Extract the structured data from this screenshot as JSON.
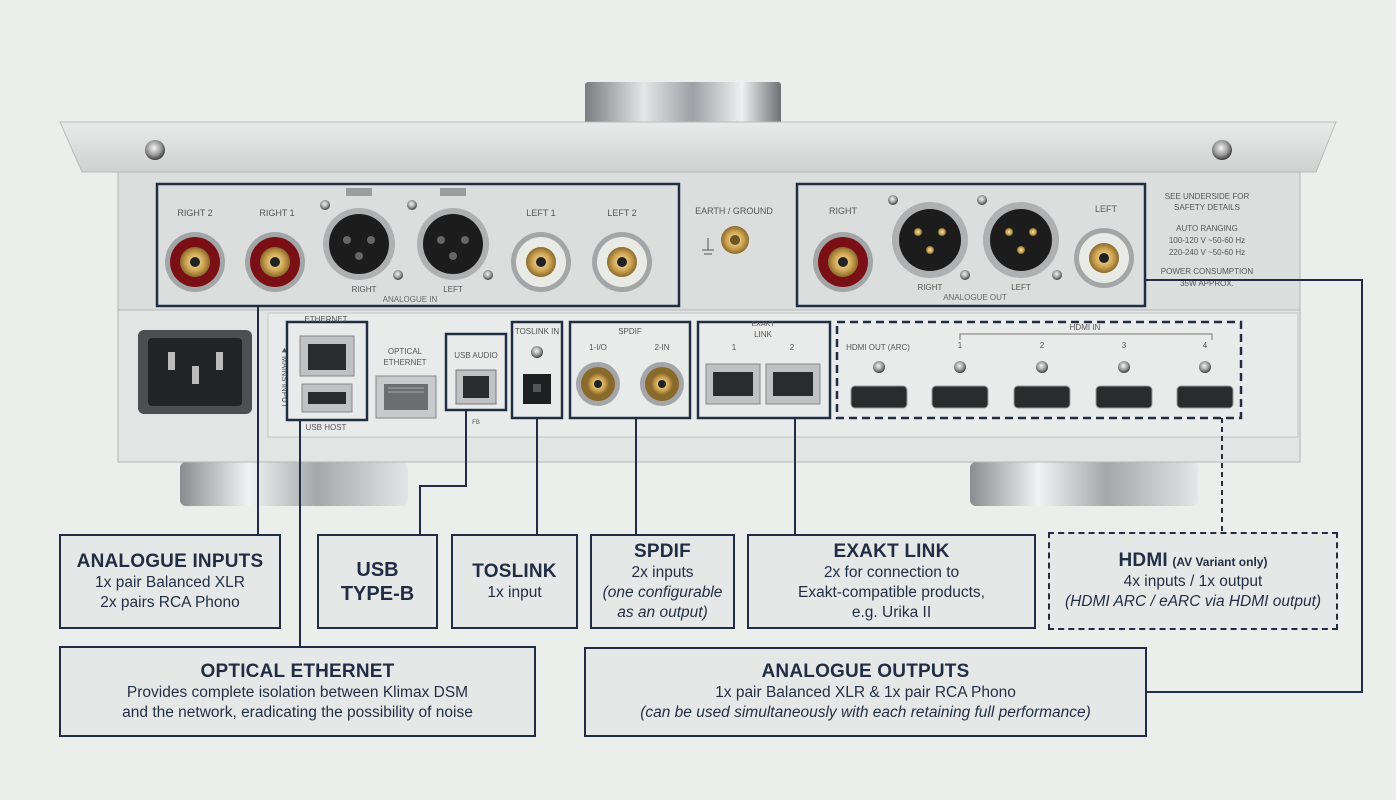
{
  "panel": {
    "upper_labels": {
      "right2": "RIGHT 2",
      "right1": "RIGHT 1",
      "left1": "LEFT 1",
      "left2": "LEFT 2",
      "xlr_right": "RIGHT",
      "xlr_left": "LEFT",
      "analogue_in": "ANALOGUE IN",
      "earth_ground": "EARTH / GROUND",
      "out_right": "RIGHT",
      "out_left": "LEFT",
      "out_xlr_right": "RIGHT",
      "out_xlr_left": "LEFT",
      "analogue_out": "ANALOGUE OUT"
    },
    "safety": [
      "SEE UNDERSIDE FOR",
      "SAFETY DETAILS",
      "AUTO RANGING",
      "100-120 V ~50-60 Hz",
      "220-240 V ~50-60 Hz",
      "POWER CONSUMPTION",
      "35W APPROX."
    ],
    "lower_labels": {
      "mains_input": "◄ MAINS INPUT",
      "ethernet": "ETHERNET",
      "usb_host": "USB HOST",
      "optical_ethernet_1": "OPTICAL",
      "optical_ethernet_2": "ETHERNET",
      "usb_audio": "USB AUDIO",
      "fb": "FB",
      "toslink_in": "TOSLINK IN",
      "spdif": "SPDIF",
      "spdif_1": "1-I/O",
      "spdif_2": "2-IN",
      "exakt_1": "EXAKT",
      "exakt_2": "LINK",
      "exakt_p1": "1",
      "exakt_p2": "2",
      "hdmi_out": "HDMI OUT (ARC)",
      "hdmi_in": "HDMI IN",
      "hdmi_1": "1",
      "hdmi_2": "2",
      "hdmi_3": "3",
      "hdmi_4": "4"
    }
  },
  "callouts": {
    "analogue_inputs": {
      "title": "ANALOGUE INPUTS",
      "lines": [
        "1x pair Balanced XLR",
        "2x pairs RCA Phono"
      ]
    },
    "usb": {
      "title1": "USB",
      "title2": "TYPE-B"
    },
    "toslink": {
      "title": "TOSLINK",
      "line": "1x input"
    },
    "spdif": {
      "title": "SPDIF",
      "line": "2x inputs",
      "italic1": "(one configurable",
      "italic2": "as an output)"
    },
    "exakt": {
      "title": "EXAKT LINK",
      "lines": [
        "2x for connection to",
        "Exakt-compatible products,",
        "e.g. Urika II"
      ]
    },
    "hdmi": {
      "title": "HDMI",
      "note": "(AV Variant only)",
      "line": "4x inputs / 1x output",
      "italic": "(HDMI ARC / eARC via HDMI output)"
    },
    "optical": {
      "title": "OPTICAL ETHERNET",
      "lines": [
        "Provides complete isolation between Klimax DSM",
        "and the network, eradicating the possibility of noise"
      ]
    },
    "analogue_outputs": {
      "title": "ANALOGUE OUTPUTS",
      "line": "1x pair Balanced XLR & 1x pair RCA Phono",
      "italic": "(can be used simultaneously with each retaining full performance)"
    }
  },
  "colors": {
    "navy": "#1f2e45",
    "background": "#eceeec",
    "panel": "#dcdedd",
    "gold": "#c9a35a"
  }
}
